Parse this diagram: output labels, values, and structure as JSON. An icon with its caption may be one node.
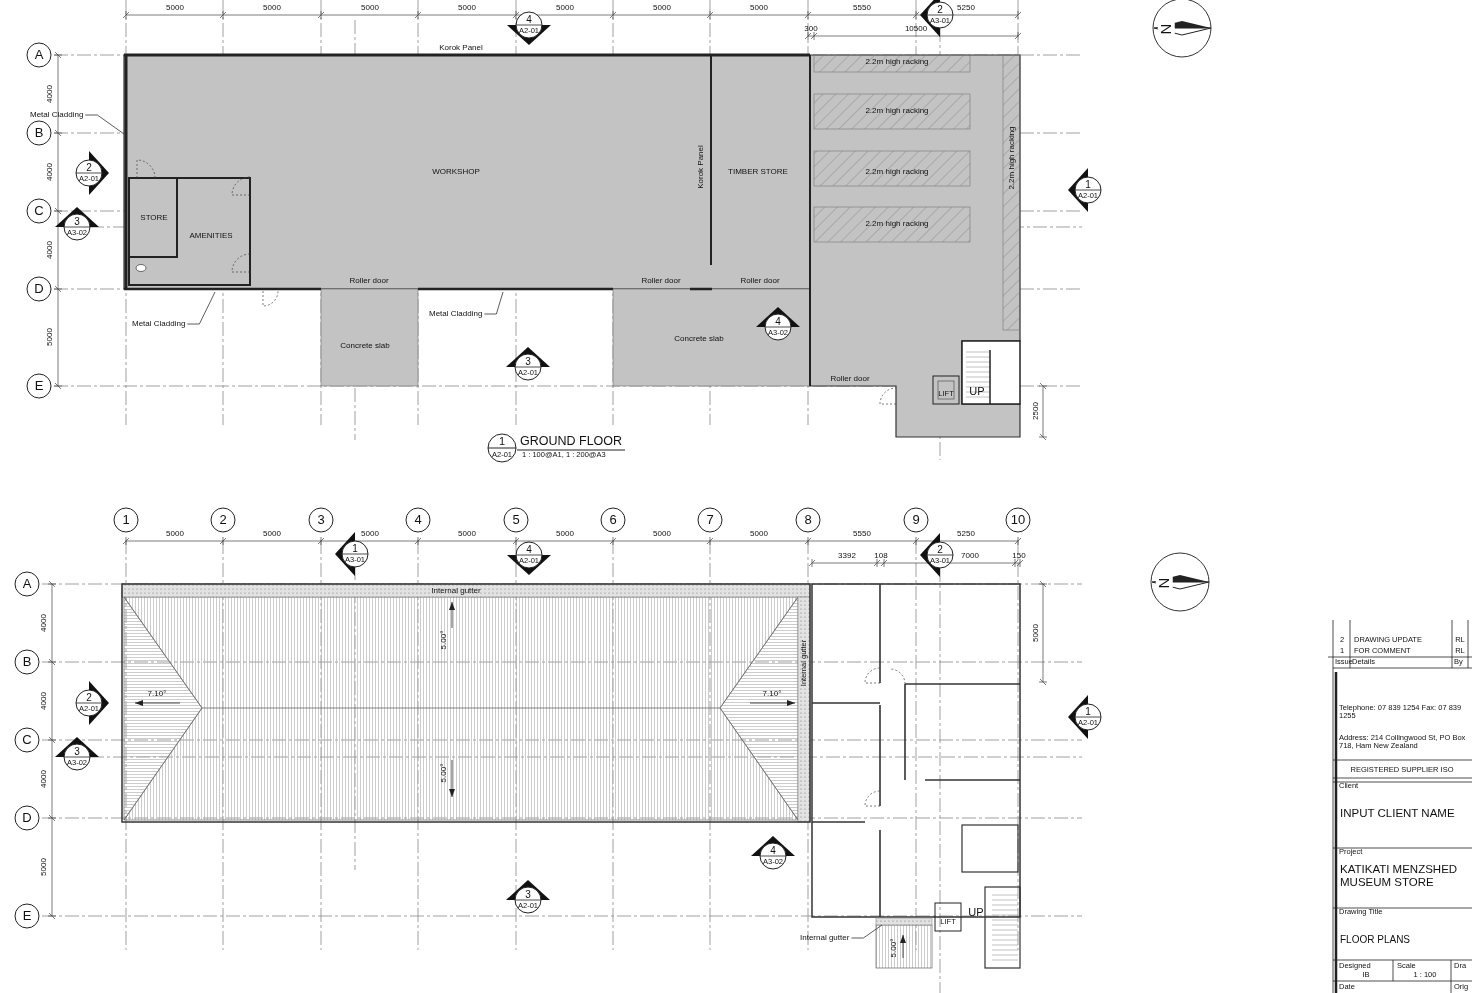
{
  "diagram": {
    "nodes": [
      {
        "text": [
          "Metal Cladding"
        ]
      },
      {
        "text": [
          "Metal Cladding"
        ]
      },
      {
        "text": [
          "Metal Cladding"
        ]
      },
      {
        "text": [
          "Internal gutter"
        ]
      },
      {
        "text": [],
        "shape": "box"
      }
    ],
    "edges": [
      {
        "from": 0,
        "to": null,
        "arrow": "none"
      },
      {
        "from": 1,
        "to": null,
        "arrow": "none"
      },
      {
        "from": 2,
        "to": null,
        "arrow": "none"
      },
      {
        "from": 3,
        "to": 4,
        "arrow": "none"
      }
    ],
    "labels": [
      "5000",
      "5000",
      "5000",
      "5000",
      "5000",
      "5000",
      "5000",
      "5550",
      "5250",
      "300",
      "10500",
      "4",
      "A2-01",
      "2",
      "A3-01",
      "Korok Panel",
      "A",
      "2.2m high racking",
      "4000",
      "2.2m high racking",
      "B",
      "2.2m high racking",
      "Korok Panel",
      "WORKSHOP",
      "TIMBER STORE",
      "2",
      "A2-01",
      "4000",
      "2.2m high racking",
      "1",
      "A2-01",
      "C",
      "STORE",
      "3",
      "A3-02",
      "2.2m high racking",
      "AMENITIES",
      "4000",
      "Roller door",
      "Roller door",
      "Roller door",
      "D",
      "4",
      "A3-02",
      "5000",
      "Concrete slab",
      "Concrete slab",
      "3",
      "A2-01",
      "Roller door",
      "E",
      "LIFT",
      "UP",
      "2500",
      "1",
      "A2-01",
      "GROUND FLOOR",
      "1 : 100@A1, 1 : 200@A3",
      "N",
      "1",
      "2",
      "3",
      "4",
      "5",
      "6",
      "7",
      "8",
      "9",
      "10",
      "5000",
      "5000",
      "5000",
      "5000",
      "5000",
      "5000",
      "5000",
      "5550",
      "5250",
      "3392",
      "108",
      "7000",
      "150",
      "1",
      "A3-01",
      "4",
      "A2-01",
      "2",
      "A3-01",
      "A",
      "Internal gutter",
      "N",
      "4000",
      "5.00°",
      "5000",
      "B",
      "Internal gutter",
      "7.10°",
      "7.10°",
      "2",
      "A2-01",
      "4000",
      "1",
      "A2-01",
      "C",
      "3",
      "A3-02",
      "4000",
      "5.00°",
      "D",
      "4",
      "A3-02",
      "5000",
      "3",
      "A2-01",
      "E",
      "LIFT",
      "UP",
      "5.00°",
      "2",
      "DRAWING UPDATE",
      "RL",
      "1",
      "FOR COMMENT",
      "RL",
      "Issue",
      "Details",
      "By",
      "Telephone: 07 839 1254 Fax: 07 839 1255",
      "Address: 214 Collingwood St, PO Box 718, Ham New Zealand",
      "REGISTERED SUPPLIER ISO",
      "Client",
      "INPUT CLIENT NAME",
      "Project",
      "KATIKATI MENZSHED MUSEUM STORE",
      "Drawing Title",
      "FLOOR PLANS",
      "Designed",
      "IB",
      "Scale",
      "1 : 100",
      "Dra",
      "Date",
      "Orig"
    ]
  }
}
